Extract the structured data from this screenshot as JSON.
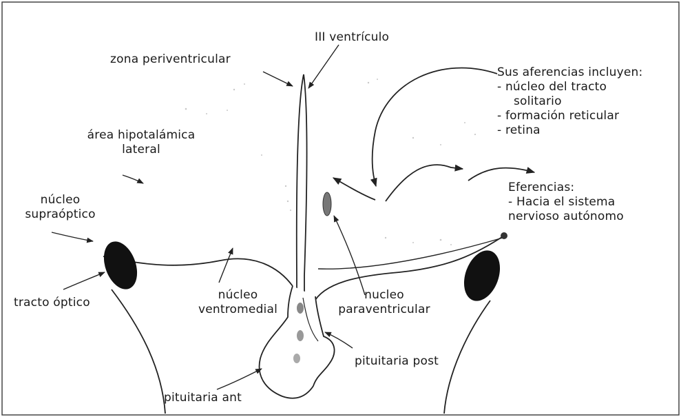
{
  "labels": {
    "iii_ventriculo": "III ventrículo",
    "zona_periventricular": "zona periventricular",
    "area_hipotalamica_1": "área hipotalámica",
    "area_hipotalamica_2": "lateral",
    "nucleo_supraoptico_1": "núcleo",
    "nucleo_supraoptico_2": "supraóptico",
    "tracto_optico": "tracto óptico",
    "nucleo_ventromedial_1": "núcleo",
    "nucleo_ventromedial_2": "ventromedial",
    "nucleo_paraventricular_1": "nucleo",
    "nucleo_paraventricular_2": "paraventricular",
    "pituitaria_post": "pituitaria post",
    "pituitaria_ant": "pituitaria ant"
  },
  "afferents": {
    "title": "Sus aferencias incluyen:",
    "items": [
      "- núcleo del tracto",
      "solitario",
      "- formación reticular",
      "- retina"
    ]
  },
  "efferents": {
    "title": "Eferencias:",
    "items": [
      "- Hacia el sistema",
      "nervioso autónomo"
    ]
  }
}
